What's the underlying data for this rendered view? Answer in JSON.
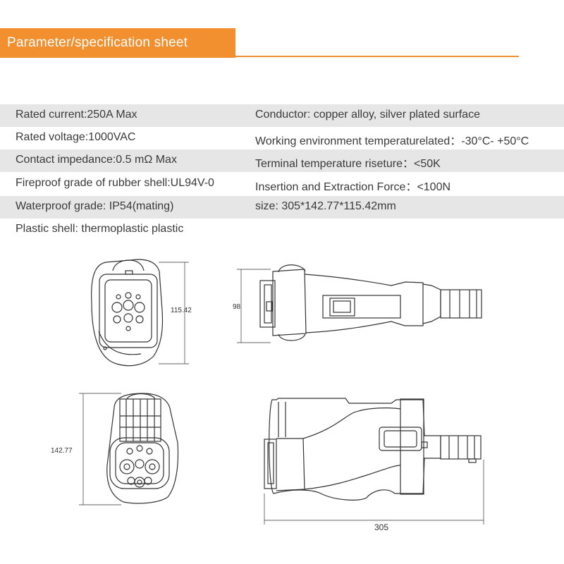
{
  "header": {
    "title": "Parameter/specification sheet",
    "accent": "#f2902f"
  },
  "specs": [
    {
      "left": "Rated current:250A Max",
      "right": "Conductor: copper alloy, silver plated surface"
    },
    {
      "left": "Rated voltage:1000VAC",
      "right": "Working environment temperaturelated：-30°C- +50°C"
    },
    {
      "left": "Contact impedance:0.5 mΩ Max",
      "right": "Terminal temperature riseture：<50K"
    },
    {
      "left": "Fireproof grade of rubber shell:UL94V-0",
      "right": "Insertion and Extraction Force：<100N"
    },
    {
      "left": "Waterproof grade: IP54(mating)",
      "right": "size: 305*142.77*115.42mm"
    },
    {
      "left": "Plastic shell: thermoplastic plastic",
      "right": ""
    }
  ],
  "dimensions": {
    "front_height": "115.42",
    "side_height": "98",
    "bottom_height": "142.77",
    "length": "305"
  }
}
